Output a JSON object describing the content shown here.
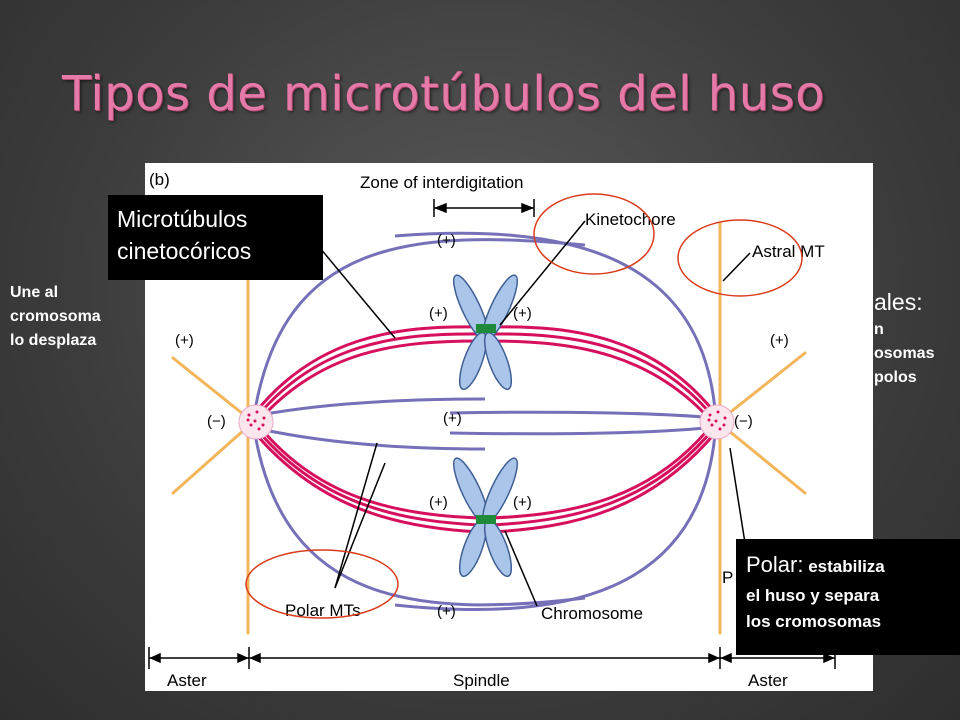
{
  "slide": {
    "title": "Tipos de microtúbulos  del huso",
    "colors": {
      "title": "#e57aa8",
      "background": "#3c3c3c",
      "kinetochore_mt": "#d6105c",
      "polar_mt": "#7670b8",
      "astral_mt": "#f2b55a",
      "chromosome": "#a9c6ea",
      "highlight_circle": "#d93b1c"
    }
  },
  "figure": {
    "panel_label": "(b)",
    "labels": {
      "zone": "Zone of interdigitation",
      "kinetochore": "Kinetochore",
      "astral": "Astral MT",
      "polar_mts": "Polar MTs",
      "chromosome": "Chromosome",
      "aster_left": "Aster",
      "spindle": "Spindle",
      "aster_right": "Aster",
      "plus": "(+)",
      "minus": "(−)",
      "p_partial": "P"
    }
  },
  "left_note": {
    "line1": "Une al",
    "line2": "cromosoma",
    "line3": "lo desplaza"
  },
  "right_note": {
    "line1": "ales:",
    "line2": "n",
    "line3": "osomas",
    "line4": "polos"
  },
  "callout_kinetochore": {
    "line1": "Microtúbulos",
    "line2": "cinetocóricos"
  },
  "callout_polar": {
    "word": "Polar:",
    "rest": " estabiliza",
    "line2": "el huso y separa",
    "line3": "los cromosomas"
  }
}
